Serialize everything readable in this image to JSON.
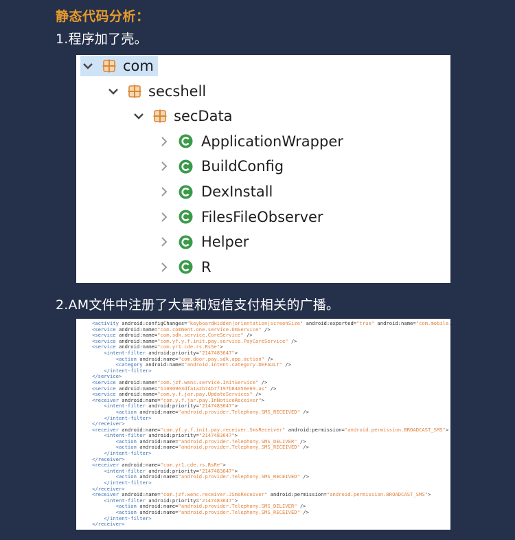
{
  "heading": "静态代码分析：",
  "items": [
    {
      "title": "1.程序加了壳。"
    },
    {
      "title": "2.AM文件中注册了大量和短信支付相关的广播。"
    }
  ],
  "colors": {
    "background": "#25304a",
    "heading": "#e79b2b",
    "package_icon": "#d9873a",
    "class_icon": "#3a9a4a",
    "selection": "#cfe3f7",
    "xml_tag": "#3a6fb0",
    "xml_value": "#e0803a"
  },
  "tree": {
    "nodes": [
      {
        "label": "com",
        "type": "package",
        "depth": 0,
        "expanded": true,
        "selected": true,
        "icon": "package-icon"
      },
      {
        "label": "secshell",
        "type": "package",
        "depth": 1,
        "expanded": true,
        "selected": false,
        "icon": "package-icon"
      },
      {
        "label": "secData",
        "type": "package",
        "depth": 2,
        "expanded": true,
        "selected": false,
        "icon": "package-icon"
      },
      {
        "label": "ApplicationWrapper",
        "type": "class",
        "depth": 3,
        "expanded": false,
        "selected": false,
        "icon": "class-icon"
      },
      {
        "label": "BuildConfig",
        "type": "class",
        "depth": 3,
        "expanded": false,
        "selected": false,
        "icon": "class-icon"
      },
      {
        "label": "DexInstall",
        "type": "class",
        "depth": 3,
        "expanded": false,
        "selected": false,
        "icon": "class-icon"
      },
      {
        "label": "FilesFileObserver",
        "type": "class",
        "depth": 3,
        "expanded": false,
        "selected": false,
        "icon": "class-icon"
      },
      {
        "label": "Helper",
        "type": "class",
        "depth": 3,
        "expanded": false,
        "selected": false,
        "icon": "class-icon"
      },
      {
        "label": "R",
        "type": "class",
        "depth": 3,
        "expanded": false,
        "selected": false,
        "icon": "class-icon"
      }
    ]
  },
  "code": {
    "lines": [
      {
        "indent": 0,
        "parts": [
          [
            "tag",
            "<activity"
          ],
          [
            "attr",
            " android:configChanges="
          ],
          [
            "val",
            "\"keyboardHidden|orientation|screenSize\""
          ],
          [
            "attr",
            " android:exported="
          ],
          [
            "val",
            "\"true\""
          ],
          [
            "attr",
            " android:name="
          ],
          [
            "val",
            "\"com.mobile."
          ]
        ]
      },
      {
        "indent": 0,
        "parts": [
          [
            "tag",
            "<service"
          ],
          [
            "attr",
            " android:name="
          ],
          [
            "val",
            "\"com.comment.one.service.DmService\""
          ],
          [
            "plain",
            " />"
          ]
        ]
      },
      {
        "indent": 0,
        "parts": [
          [
            "tag",
            "<service"
          ],
          [
            "attr",
            " android:name="
          ],
          [
            "val",
            "\"com.sdk.service.CoreService\""
          ],
          [
            "plain",
            " />"
          ]
        ]
      },
      {
        "indent": 0,
        "parts": [
          [
            "tag",
            "<service"
          ],
          [
            "attr",
            " android:name="
          ],
          [
            "val",
            "\"com.yf.y.f.init.pay.service.PayCoreService\""
          ],
          [
            "plain",
            " />"
          ]
        ]
      },
      {
        "indent": 0,
        "parts": [
          [
            "tag",
            "<service"
          ],
          [
            "attr",
            " android:name="
          ],
          [
            "val",
            "\"com.yr1.cde.rs.RsSe\""
          ],
          [
            "plain",
            ">"
          ]
        ]
      },
      {
        "indent": 1,
        "parts": [
          [
            "tag",
            "<intent-filter"
          ],
          [
            "attr",
            " android:priority="
          ],
          [
            "val",
            "\"2147483647\""
          ],
          [
            "plain",
            ">"
          ]
        ]
      },
      {
        "indent": 2,
        "parts": [
          [
            "tag",
            "<action"
          ],
          [
            "attr",
            " android:name="
          ],
          [
            "val",
            "\"com.door.pay.sdk.app.action\""
          ],
          [
            "plain",
            " />"
          ]
        ]
      },
      {
        "indent": 2,
        "parts": [
          [
            "tag",
            "<category"
          ],
          [
            "attr",
            " android:name="
          ],
          [
            "val",
            "\"android.intent.category.DEFAULT\""
          ],
          [
            "plain",
            " />"
          ]
        ]
      },
      {
        "indent": 1,
        "parts": [
          [
            "tag",
            "</intent-filter>"
          ]
        ]
      },
      {
        "indent": 0,
        "parts": [
          [
            "tag",
            "</service>"
          ]
        ]
      },
      {
        "indent": 0,
        "parts": [
          [
            "tag",
            "<service"
          ],
          [
            "attr",
            " android:name="
          ],
          [
            "val",
            "\"com.jzf.wenc.service.InitService\""
          ],
          [
            "plain",
            " />"
          ]
        ]
      },
      {
        "indent": 0,
        "parts": [
          [
            "tag",
            "<service"
          ],
          [
            "attr",
            " android:name="
          ],
          [
            "val",
            "\"b1000963dfa1a2b74b7f197b84056e69.as\""
          ],
          [
            "plain",
            " />"
          ]
        ]
      },
      {
        "indent": 0,
        "parts": [
          [
            "tag",
            "<service"
          ],
          [
            "attr",
            " android:name="
          ],
          [
            "val",
            "\"com.y.f.jar.pay.UpdateServices\""
          ],
          [
            "plain",
            " />"
          ]
        ]
      },
      {
        "indent": 0,
        "parts": [
          [
            "tag",
            "<receiver"
          ],
          [
            "attr",
            " android:name="
          ],
          [
            "val",
            "\"com.y.f.jar.pay.InNoticeReceiver\""
          ],
          [
            "plain",
            ">"
          ]
        ]
      },
      {
        "indent": 1,
        "parts": [
          [
            "tag",
            "<intent-filter"
          ],
          [
            "attr",
            " android:priority="
          ],
          [
            "val",
            "\"2147483647\""
          ],
          [
            "plain",
            ">"
          ]
        ]
      },
      {
        "indent": 2,
        "parts": [
          [
            "tag",
            "<action"
          ],
          [
            "attr",
            " android:name="
          ],
          [
            "val",
            "\"android.provider.Telephony.SMS_RECEIVED\""
          ],
          [
            "plain",
            " />"
          ]
        ]
      },
      {
        "indent": 1,
        "parts": [
          [
            "tag",
            "</intent-filter>"
          ]
        ]
      },
      {
        "indent": 0,
        "parts": [
          [
            "tag",
            "</receiver>"
          ]
        ]
      },
      {
        "indent": 0,
        "parts": [
          [
            "tag",
            "<receiver"
          ],
          [
            "attr",
            " android:name="
          ],
          [
            "val",
            "\"com.yf.y.f.init.pay.receiver.SmsReceiver\""
          ],
          [
            "attr",
            " android:permission="
          ],
          [
            "val",
            "\"android.permission.BROADCAST_SMS\""
          ],
          [
            "plain",
            ">"
          ]
        ]
      },
      {
        "indent": 1,
        "parts": [
          [
            "tag",
            "<intent-filter"
          ],
          [
            "attr",
            " android:priority="
          ],
          [
            "val",
            "\"2147483647\""
          ],
          [
            "plain",
            ">"
          ]
        ]
      },
      {
        "indent": 2,
        "parts": [
          [
            "tag",
            "<action"
          ],
          [
            "attr",
            " android:name="
          ],
          [
            "val",
            "\"android.provider.Telephony.SMS_DELIVER\""
          ],
          [
            "plain",
            " />"
          ]
        ]
      },
      {
        "indent": 2,
        "parts": [
          [
            "tag",
            "<action"
          ],
          [
            "attr",
            " android:name="
          ],
          [
            "val",
            "\"android.provider.Telephony.SMS_RECEIVED\""
          ],
          [
            "plain",
            " />"
          ]
        ]
      },
      {
        "indent": 1,
        "parts": [
          [
            "tag",
            "</intent-filter>"
          ]
        ]
      },
      {
        "indent": 0,
        "parts": [
          [
            "tag",
            "</receiver>"
          ]
        ]
      },
      {
        "indent": 0,
        "parts": [
          [
            "tag",
            "<receiver"
          ],
          [
            "attr",
            " android:name="
          ],
          [
            "val",
            "\"com.yr1.cde.rs.RsRe\""
          ],
          [
            "plain",
            ">"
          ]
        ]
      },
      {
        "indent": 1,
        "parts": [
          [
            "tag",
            "<intent-filter"
          ],
          [
            "attr",
            " android:priority="
          ],
          [
            "val",
            "\"2147483647\""
          ],
          [
            "plain",
            ">"
          ]
        ]
      },
      {
        "indent": 2,
        "parts": [
          [
            "tag",
            "<action"
          ],
          [
            "attr",
            " android:name="
          ],
          [
            "val",
            "\"android.provider.Telephony.SMS_RECEIVED\""
          ],
          [
            "plain",
            " />"
          ]
        ]
      },
      {
        "indent": 1,
        "parts": [
          [
            "tag",
            "</intent-filter>"
          ]
        ]
      },
      {
        "indent": 0,
        "parts": [
          [
            "tag",
            "</receiver>"
          ]
        ]
      },
      {
        "indent": 0,
        "parts": [
          [
            "tag",
            "<receiver"
          ],
          [
            "attr",
            " android:name="
          ],
          [
            "val",
            "\"com.jzf.wenc.receiver.JSmsReceiver\""
          ],
          [
            "attr",
            " android:permission="
          ],
          [
            "val",
            "\"android.permission.BROADCAST_SMS\""
          ],
          [
            "plain",
            ">"
          ]
        ]
      },
      {
        "indent": 1,
        "parts": [
          [
            "tag",
            "<intent-filter"
          ],
          [
            "attr",
            " android:priority="
          ],
          [
            "val",
            "\"2147483647\""
          ],
          [
            "plain",
            ">"
          ]
        ]
      },
      {
        "indent": 2,
        "parts": [
          [
            "tag",
            "<action"
          ],
          [
            "attr",
            " android:name="
          ],
          [
            "val",
            "\"android.provider.Telephony.SMS_DELIVER\""
          ],
          [
            "plain",
            " />"
          ]
        ]
      },
      {
        "indent": 2,
        "parts": [
          [
            "tag",
            "<action"
          ],
          [
            "attr",
            " android:name="
          ],
          [
            "val",
            "\"android.provider.Telephony.SMS_RECEIVED\""
          ],
          [
            "plain",
            " />"
          ]
        ]
      },
      {
        "indent": 1,
        "parts": [
          [
            "tag",
            "</intent-filter>"
          ]
        ]
      },
      {
        "indent": 0,
        "parts": [
          [
            "tag",
            "</receiver>"
          ]
        ]
      }
    ]
  }
}
